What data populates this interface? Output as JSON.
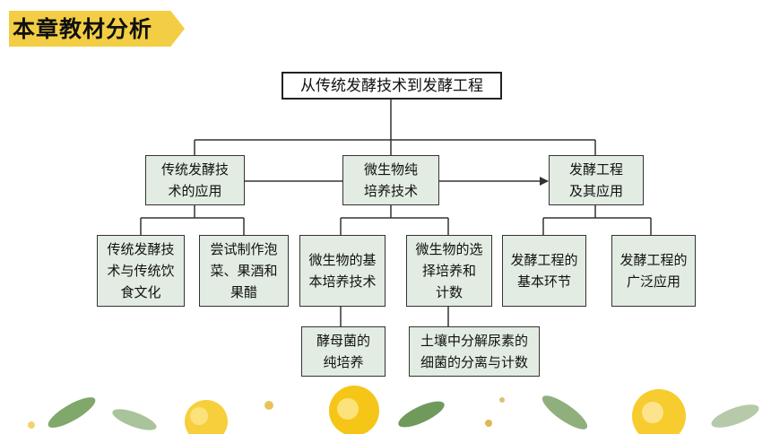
{
  "header": {
    "title": "本章教材分析"
  },
  "diagram": {
    "root": "从传统发酵技术到发酵工程",
    "level1": [
      {
        "lines": [
          "传统发酵技",
          "术的应用"
        ]
      },
      {
        "lines": [
          "微生物纯",
          "培养技术"
        ]
      },
      {
        "lines": [
          "发酵工程",
          "及其应用"
        ]
      }
    ],
    "level2": [
      {
        "lines": [
          "传统发酵技",
          "术与传统饮",
          "食文化"
        ]
      },
      {
        "lines": [
          "尝试制作泡",
          "菜、果酒和",
          "果醋"
        ]
      },
      {
        "lines": [
          "微生物的基",
          "本培养技术"
        ]
      },
      {
        "lines": [
          "微生物的选",
          "择培养和",
          "计数"
        ]
      },
      {
        "lines": [
          "发酵工程的",
          "基本环节"
        ]
      },
      {
        "lines": [
          "发酵工程的",
          "广泛应用"
        ]
      }
    ],
    "level3": [
      {
        "lines": [
          "酵母菌的",
          "纯培养"
        ]
      },
      {
        "lines": [
          "土壤中分解尿素的",
          "细菌的分离与计数"
        ]
      }
    ]
  },
  "colors": {
    "banner": "#f3ce45",
    "node_fill": "#e2ece2",
    "line": "#333333"
  }
}
